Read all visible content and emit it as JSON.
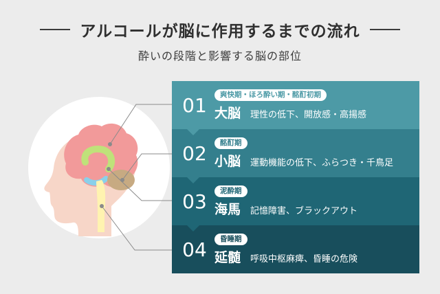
{
  "header": {
    "title": "アルコールが脳に作用するまでの流れ",
    "subtitle": "酔いの段階と影響する脳の部位"
  },
  "stages": [
    {
      "number": "01",
      "tag": "爽快期・ほろ酔い期・酩酊初期",
      "region": "大脳",
      "effect": "理性の低下、開放感・高揚感",
      "color": "#4d9aa6"
    },
    {
      "number": "02",
      "tag": "酩酊期",
      "region": "小脳",
      "effect": "運動機能の低下、ふらつき・千鳥足",
      "color": "#347f8d"
    },
    {
      "number": "03",
      "tag": "泥酔期",
      "region": "海馬",
      "effect": "記憶障害、ブラックアウト",
      "color": "#1f6675"
    },
    {
      "number": "04",
      "tag": "昏睡期",
      "region": "延髄",
      "effect": "呼吸中枢麻痺、昏睡の危険",
      "color": "#184e5c"
    }
  ],
  "colors": {
    "background": "#ececec",
    "head_circle": "#ffffff",
    "skin": "#f7d6c8",
    "cerebrum": "#f29a9a",
    "cerebellum": "#c7aa82",
    "hippocampus": "#bfe27a",
    "brainstem": "#fff3b0",
    "thalamus": "#8ad0ea",
    "leader_line": "#8a8a8a"
  },
  "icons": [
    "head-profile-icon",
    "brain-icon"
  ]
}
